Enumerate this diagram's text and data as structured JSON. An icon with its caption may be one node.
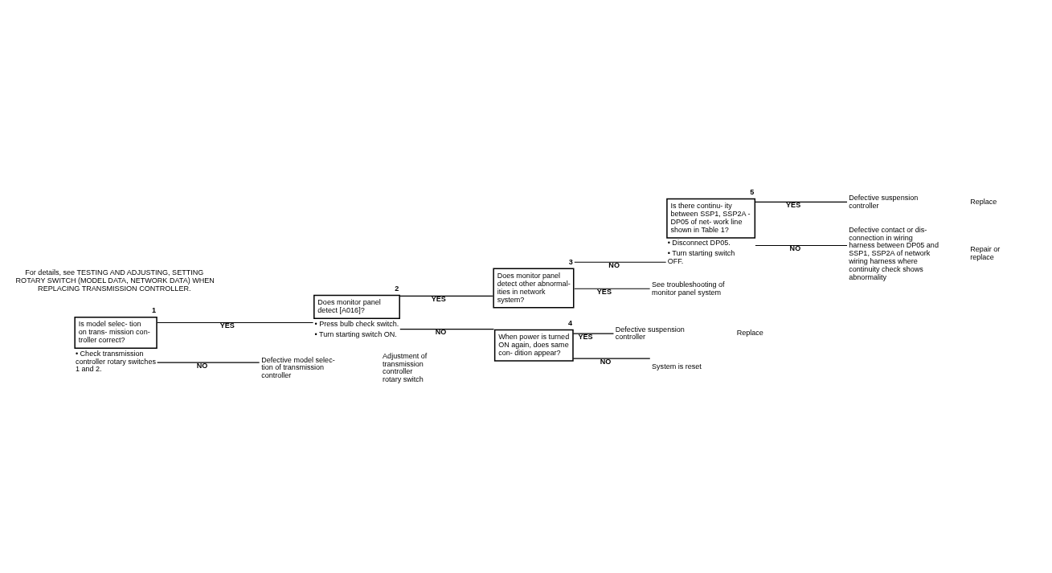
{
  "diagram": {
    "nodes": [
      {
        "text": [
          "Is model selec- tion on trans- mission con- troller correct?"
        ],
        "beside": [
          "1",
          "• Check transmission controller rotary switches 1 and 2."
        ]
      },
      {
        "text": [
          "Does monitor panel detect [A016]?"
        ],
        "beside": [
          "2",
          "• Press bulb check switch.",
          "• Turn starting switch ON."
        ]
      },
      {
        "text": [
          "Does monitor panel detect other abnormal- ities in network system?"
        ],
        "beside": [
          "3"
        ]
      },
      {
        "text": [
          "Is there continu- ity between SSP1, SSP2A - DP05 of net- work line shown in Table 1?"
        ],
        "beside": [
          "5",
          "• Disconnect DP05.",
          "• Turn starting switch OFF."
        ]
      },
      {
        "text": [
          "When power is turned ON again, does same con- dition appear?"
        ],
        "beside": [
          "4"
        ]
      },
      {
        "text": [
          "See troubleshooting of monitor panel system"
        ]
      },
      {
        "text": [
          "Defective suspension controller"
        ],
        "beside": [
          "Replace"
        ]
      },
      {
        "text": [
          "Defective contact or dis- connection in wiring harness between DP05 and SSP1, SSP2A of network wiring harness where continuity check shows abnormality"
        ],
        "beside": [
          "Repair or replace"
        ]
      },
      {
        "text": [
          "Defective suspension controller"
        ],
        "beside": [
          "Replace"
        ]
      },
      {
        "text": [
          "System is reset"
        ]
      },
      {
        "text": [
          "Defective model selec- tion of transmission controller"
        ],
        "beside": [
          "Adjustment of transmission controller rotary switch"
        ]
      }
    ],
    "edges": [
      {
        "from": 0,
        "to": 1,
        "arrow": "none",
        "label": "YES"
      },
      {
        "from": 0,
        "to": 10,
        "arrow": "none",
        "label": "NO"
      },
      {
        "from": 1,
        "to": 2,
        "arrow": "none",
        "label": "YES"
      },
      {
        "from": 1,
        "to": 4,
        "arrow": "none",
        "label": "NO"
      },
      {
        "from": 2,
        "to": 5,
        "arrow": "none",
        "label": "YES"
      },
      {
        "from": 2,
        "to": 3,
        "arrow": "none",
        "label": "NO"
      },
      {
        "from": 3,
        "to": 6,
        "arrow": "none",
        "label": "YES"
      },
      {
        "from": 3,
        "to": 7,
        "arrow": "none",
        "label": "NO"
      },
      {
        "from": 4,
        "to": 8,
        "arrow": "none",
        "label": "YES"
      },
      {
        "from": 4,
        "to": 9,
        "arrow": "none",
        "label": "NO"
      }
    ],
    "labels": [
      "For details, see TESTING AND ADJUSTING, SETTING ROTARY SWITCH (MODEL DATA, NETWORK DATA) WHEN REPLACING TRANSMISSION CONTROLLER."
    ]
  }
}
